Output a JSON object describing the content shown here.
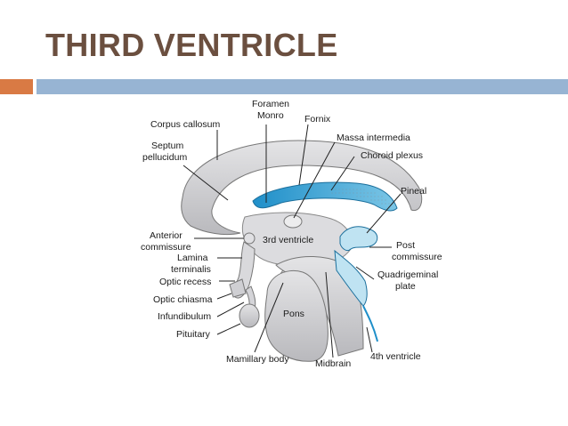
{
  "title": "THIRD VENTRICLE",
  "colors": {
    "title": "#6b4f3f",
    "accent": "#d97a44",
    "bar": "#97b4d3",
    "ventricle_blue": "#3aa6d8",
    "brain_gray": "#c8c8cc"
  },
  "labels": {
    "corpus_callosum": "Corpus callosum",
    "foramen": "Foramen",
    "monro": "Monro",
    "fornix": "Fornix",
    "massa_intermedia": "Massa intermedia",
    "choroid_plexus": "Choroid plexus",
    "septum": "Septum",
    "pellucidum": "pellucidum",
    "pineal": "Pineal",
    "anterior": "Anterior",
    "commissure_a": "commissure",
    "third_ventricle": "3rd ventricle",
    "post": "Post",
    "commissure_p": "commissure",
    "lamina": "Lamina",
    "terminalis": "terminalis",
    "optic_recess": "Optic recess",
    "quadrigeminal": "Quadrigeminal",
    "plate": "plate",
    "optic_chiasma": "Optic chiasma",
    "infundibulum": "Infundibulum",
    "pons": "Pons",
    "pituitary": "Pituitary",
    "mamillary_body": "Mamillary body",
    "midbrain": "Midbrain",
    "fourth_ventricle": "4th ventricle"
  }
}
